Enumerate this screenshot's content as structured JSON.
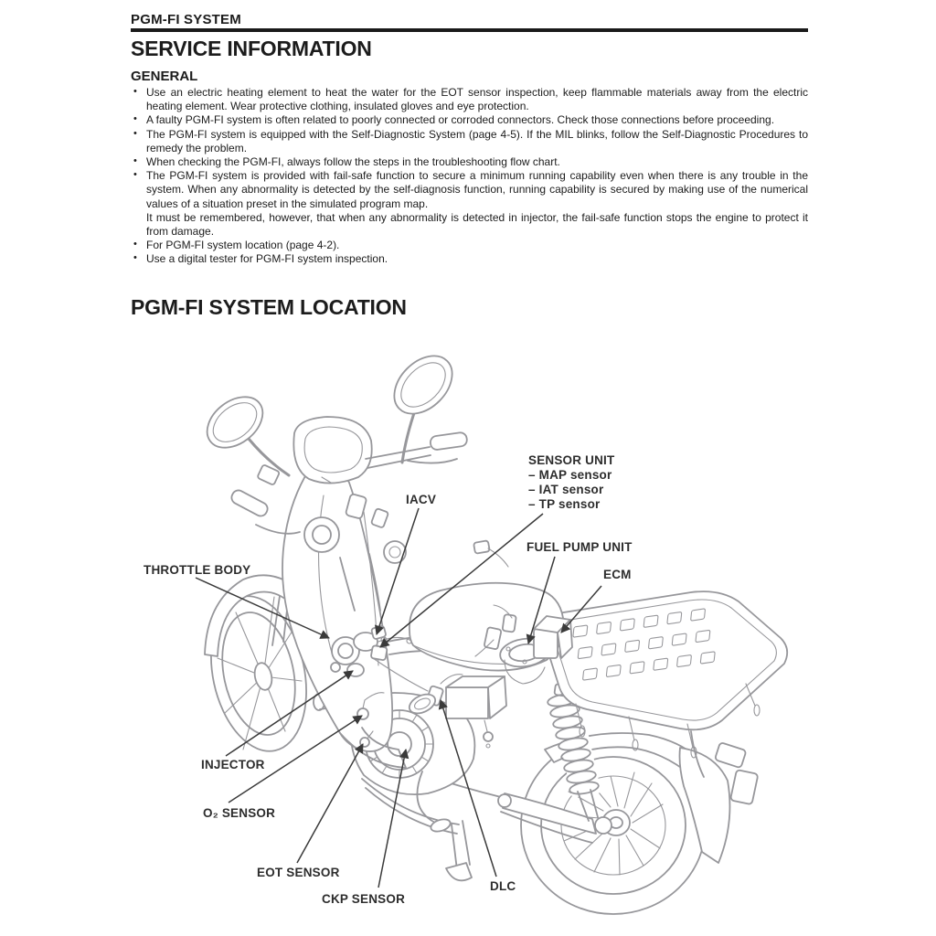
{
  "header": {
    "title": "PGM-FI SYSTEM"
  },
  "sections": {
    "service_information": "SERVICE INFORMATION",
    "general": "GENERAL",
    "location": "PGM-FI SYSTEM LOCATION"
  },
  "general": {
    "bullets": [
      "Use an electric heating element to heat the water for the EOT sensor inspection, keep flammable materials away from the electric heating element. Wear protective clothing, insulated gloves and eye protection.",
      "A faulty PGM-FI system is often related to poorly connected or corroded connectors. Check those connections before proceeding.",
      "The PGM-FI system is equipped with the Self-Diagnostic System (page 4-5). If the MIL blinks, follow the Self-Diagnostic Procedures to remedy the problem.",
      "When checking the PGM-FI, always follow the steps in the troubleshooting flow chart.",
      "The PGM-FI system is provided with fail-safe function to secure a minimum running capability even when there is any trouble in the system. When any abnormality is detected by the self-diagnosis function, running capability is secured by making use of the numerical values of a situation preset in the simulated program map.",
      "For PGM-FI system location (page 4-2).",
      "Use a digital tester for PGM-FI system inspection."
    ],
    "note": "It must be remembered, however, that when any abnormality is detected in injector, the fail-safe function stops the engine to protect it from damage."
  },
  "diagram": {
    "labels": {
      "sensor_unit": "SENSOR UNIT",
      "map_sensor": "– MAP sensor",
      "iat_sensor": "– IAT sensor",
      "tp_sensor": "– TP sensor",
      "fuel_pump_unit": "FUEL PUMP UNIT",
      "ecm": "ECM",
      "iacv": "IACV",
      "throttle_body": "THROTTLE BODY",
      "injector": "INJECTOR",
      "o2_sensor": "O₂ SENSOR",
      "eot_sensor": "EOT SENSOR",
      "ckp_sensor": "CKP SENSOR",
      "dlc": "DLC"
    }
  }
}
